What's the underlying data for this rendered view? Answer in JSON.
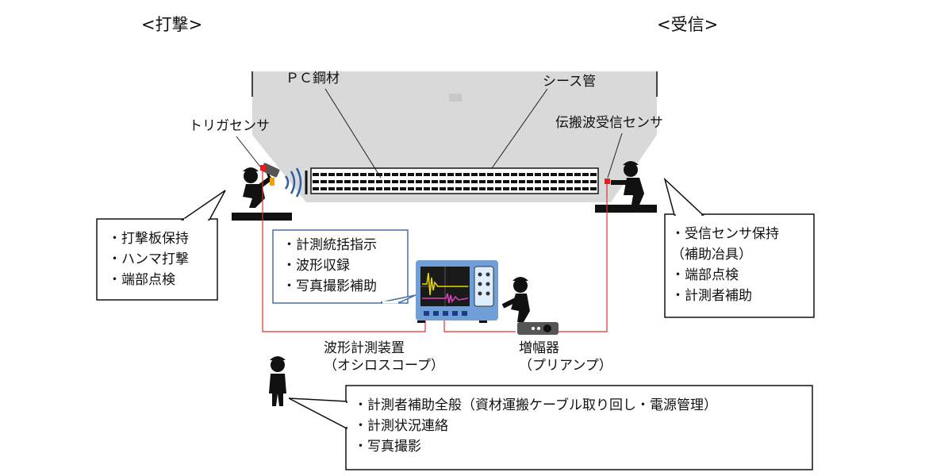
{
  "headers": {
    "strike": "<打撃>",
    "receive": "<受信>"
  },
  "labels": {
    "pc_steel": "ＰＣ鋼材",
    "sheath_tube": "シース管",
    "trigger_sensor": "トリガセンサ",
    "propagation_sensor": "伝搬波受信センサ",
    "waveform_device_line1": "波形計測装置",
    "waveform_device_line2": "（オシロスコープ）",
    "amplifier_line1": "増幅器",
    "amplifier_line2": "（プリアンプ）"
  },
  "callouts": {
    "striker": [
      "・打撃板保持",
      "・ハンマ打撃",
      "・端部点検"
    ],
    "operator": [
      "・計測統括指示",
      "・波形収録",
      "・写真撮影補助"
    ],
    "receiver": [
      "・受信センサ保持",
      "（補助冶具）",
      "・端部点検",
      "・計測者補助"
    ],
    "assistant": [
      "・計測者補助全般（資材運搬ケーブル取り回し・電源管理）",
      "・計測状況連絡",
      "・写真撮影"
    ]
  },
  "colors": {
    "structure_fill": "#d9d9d9",
    "cable": "#e03030",
    "sensor": "#e02020",
    "hammer_head": "#f0a000",
    "wave_arc": "#2a5fa8",
    "monitor_body": "#6f9fd6",
    "scope_trace_yellow": "#e8d800",
    "scope_trace_magenta": "#e040c0"
  }
}
